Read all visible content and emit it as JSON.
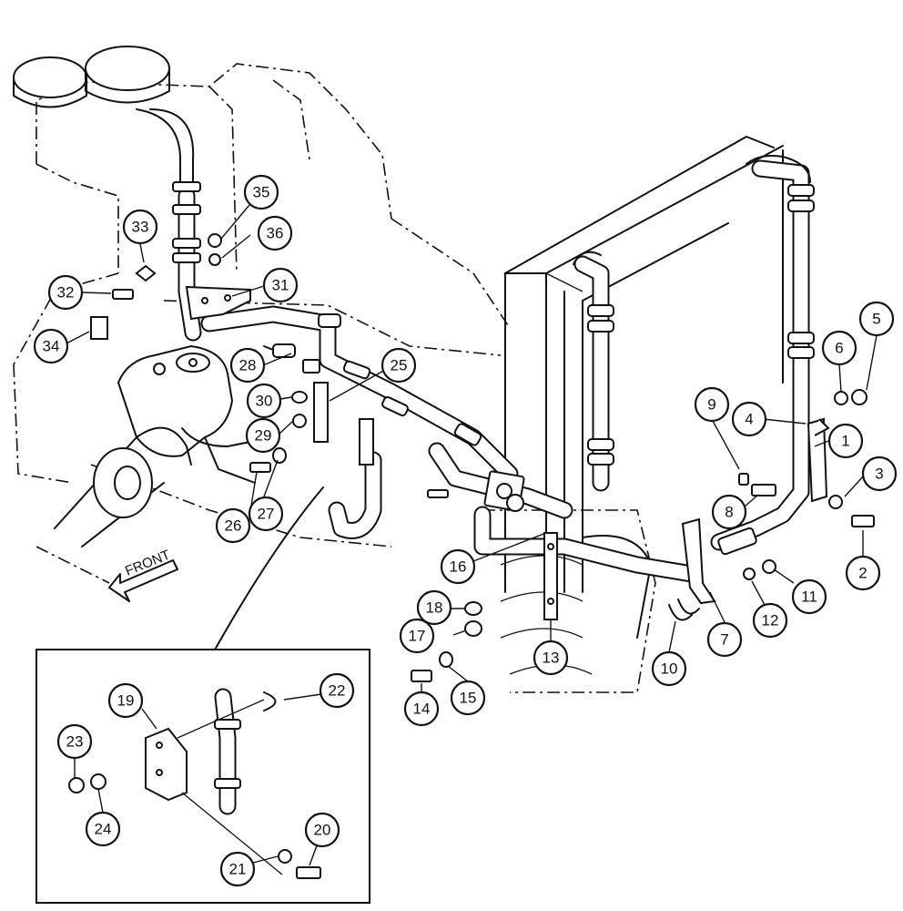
{
  "diagram": {
    "front_label": "FRONT",
    "callouts": [
      {
        "id": "1",
        "label": "1"
      },
      {
        "id": "2",
        "label": "2"
      },
      {
        "id": "3",
        "label": "3"
      },
      {
        "id": "4",
        "label": "4"
      },
      {
        "id": "5",
        "label": "5"
      },
      {
        "id": "6",
        "label": "6"
      },
      {
        "id": "7",
        "label": "7"
      },
      {
        "id": "8",
        "label": "8"
      },
      {
        "id": "9",
        "label": "9"
      },
      {
        "id": "10",
        "label": "10"
      },
      {
        "id": "11",
        "label": "11"
      },
      {
        "id": "12",
        "label": "12"
      },
      {
        "id": "13",
        "label": "13"
      },
      {
        "id": "14",
        "label": "14"
      },
      {
        "id": "15",
        "label": "15"
      },
      {
        "id": "16",
        "label": "16"
      },
      {
        "id": "17",
        "label": "17"
      },
      {
        "id": "18",
        "label": "18"
      },
      {
        "id": "19",
        "label": "19"
      },
      {
        "id": "20",
        "label": "20"
      },
      {
        "id": "21",
        "label": "21"
      },
      {
        "id": "22",
        "label": "22"
      },
      {
        "id": "23",
        "label": "23"
      },
      {
        "id": "24",
        "label": "24"
      },
      {
        "id": "25",
        "label": "25"
      },
      {
        "id": "26",
        "label": "26"
      },
      {
        "id": "27",
        "label": "27"
      },
      {
        "id": "28",
        "label": "28"
      },
      {
        "id": "29",
        "label": "29"
      },
      {
        "id": "30",
        "label": "30"
      },
      {
        "id": "31",
        "label": "31"
      },
      {
        "id": "32",
        "label": "32"
      },
      {
        "id": "33",
        "label": "33"
      },
      {
        "id": "34",
        "label": "34"
      },
      {
        "id": "35",
        "label": "35"
      },
      {
        "id": "36",
        "label": "36"
      }
    ]
  }
}
